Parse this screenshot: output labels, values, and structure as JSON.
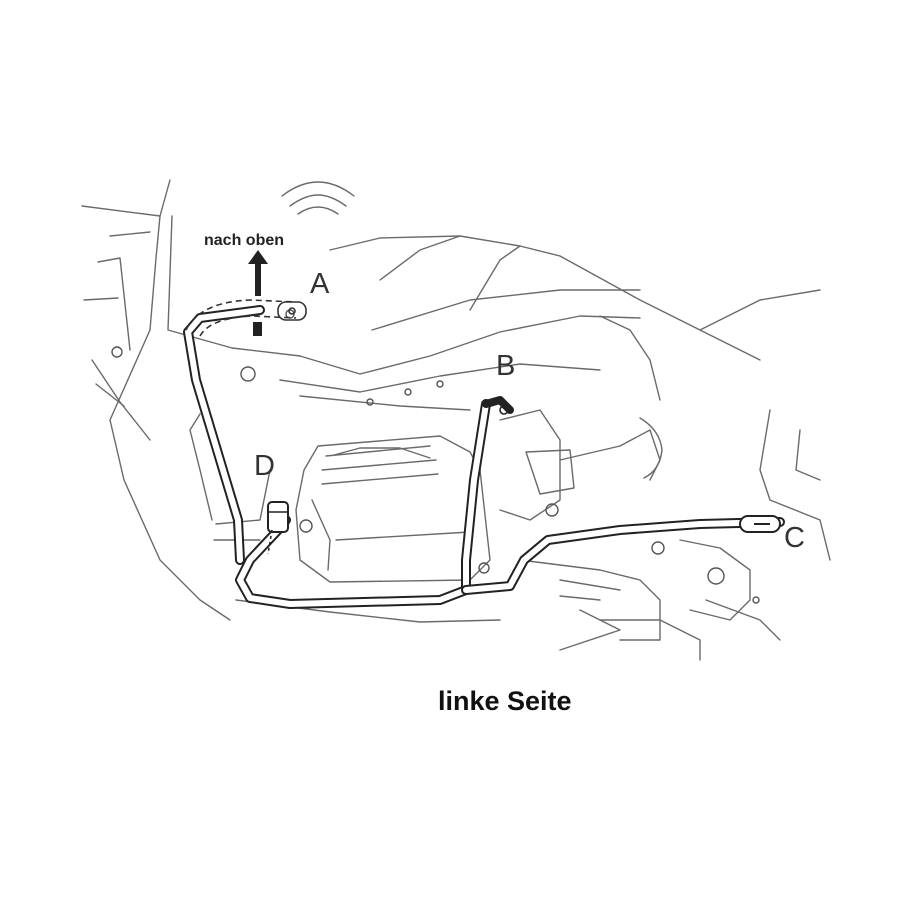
{
  "diagram": {
    "up_label": "nach oben",
    "points": {
      "a": "A",
      "b": "B",
      "c": "C",
      "d": "D"
    },
    "caption": "linke Seite"
  }
}
